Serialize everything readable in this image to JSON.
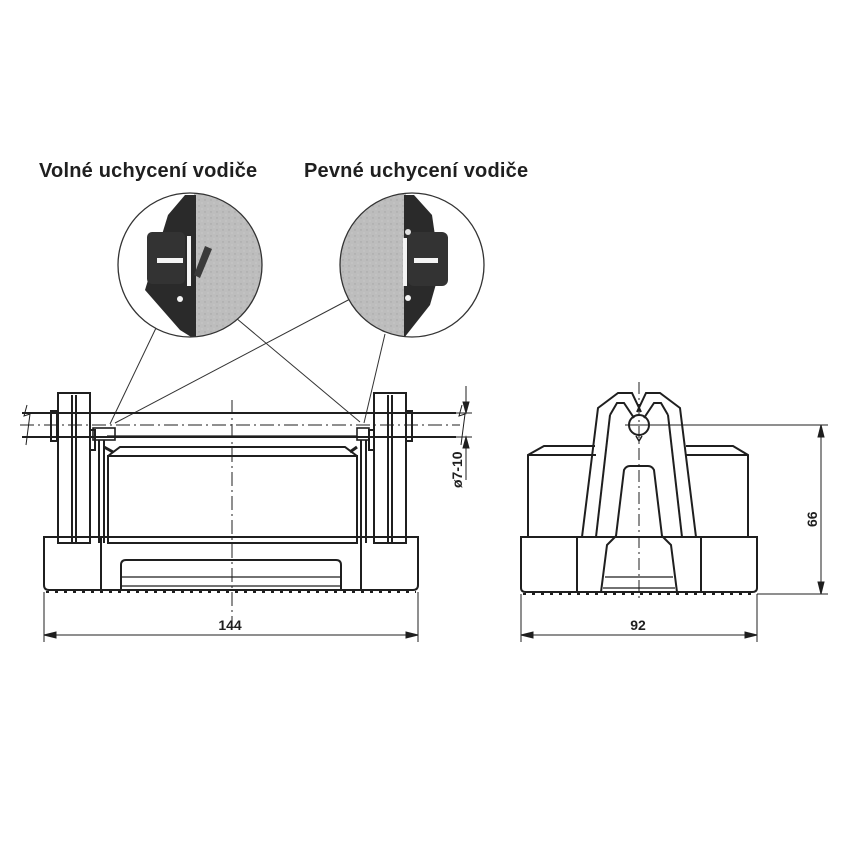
{
  "captions": {
    "left": "Volné uchycení vodiče",
    "right": "Pevné uchycení vodiče"
  },
  "dimensions": {
    "front_width": "144",
    "side_width": "92",
    "height": "66",
    "conductor_diameter": "ø7-10"
  },
  "detail_views": [
    {
      "name": "loose-clamp-detail",
      "description": "Volné uchycení vodiče"
    },
    {
      "name": "fixed-clamp-detail",
      "description": "Pevné uchycení vodiče"
    }
  ],
  "colors": {
    "line": "#1f1f1f",
    "detail_background": "#b9b9b9",
    "clamp": "#2a2a2a"
  }
}
